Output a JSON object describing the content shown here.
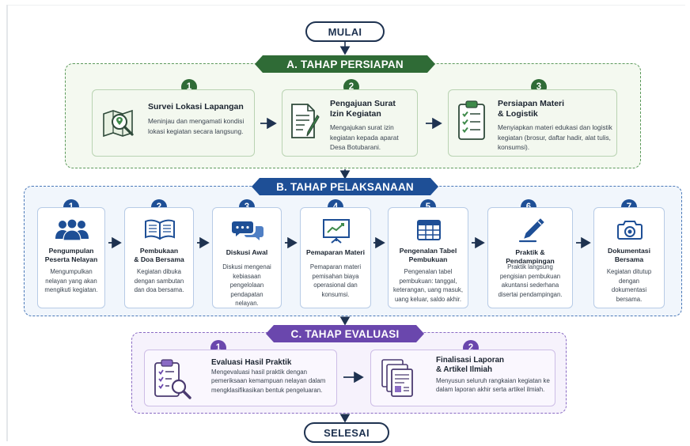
{
  "start": "MULAI",
  "end": "SELESAI",
  "stages": {
    "a": {
      "title": "A. TAHAP PERSIAPAN",
      "steps": [
        {
          "num": "1",
          "title": "Survei Lokasi Lapangan",
          "desc": "Meninjau dan mengamati kondisi lokasi kegiatan secara langsung.",
          "icon": "map-search-icon"
        },
        {
          "num": "2",
          "title_1": "Pengajuan Surat",
          "title_2": "Izin Kegiatan",
          "desc": "Mengajukan surat izin kegiatan kepada aparat Desa Botubarani.",
          "icon": "document-pen-icon"
        },
        {
          "num": "3",
          "title_1": "Persiapan Materi",
          "title_2": "& Logistik",
          "desc": "Menyiapkan materi edukasi dan logistik kegiatan (brosur, daftar hadir, alat tulis, konsumsi).",
          "icon": "checklist-clipboard-icon"
        }
      ]
    },
    "b": {
      "title": "B. TAHAP PELAKSANAAN",
      "steps": [
        {
          "num": "1",
          "title_1": "Pengumpulan",
          "title_2": "Peserta Nelayan",
          "desc": "Mengumpulkan nelayan yang akan mengikuti kegiatan.",
          "icon": "people-group-icon"
        },
        {
          "num": "2",
          "title_1": "Pembukaan",
          "title_2": "& Doa Bersama",
          "desc": "Kegiatan dibuka dengan sambutan dan doa bersama.",
          "icon": "open-book-icon"
        },
        {
          "num": "3",
          "title_1": "Diskusi Awal",
          "desc": "Diskusi mengenai kebiasaan pengelolaan pendapatan nelayan.",
          "icon": "chat-bubbles-icon"
        },
        {
          "num": "4",
          "title_1": "Pemaparan Materi",
          "desc": "Pemaparan materi pemisahan biaya operasional dan konsumsi.",
          "icon": "presentation-board-icon"
        },
        {
          "num": "5",
          "title_1": "Pengenalan Tabel",
          "title_2": "Pembukuan",
          "desc": "Pengenalan tabel pembukuan: tanggal, keterangan, uang masuk, uang keluar, saldo akhir.",
          "icon": "table-icon"
        },
        {
          "num": "6",
          "title_1": "Praktik & Pendampingan",
          "desc": "Praktik langsung pengisian pembukuan akuntansi sederhana disertai pendampingan.",
          "icon": "pen-writing-icon"
        },
        {
          "num": "7",
          "title_1": "Dokumentasi",
          "title_2": "Bersama",
          "desc": "Kegiatan ditutup dengan dokumentasi bersama.",
          "icon": "camera-icon"
        }
      ]
    },
    "c": {
      "title": "C. TAHAP EVALUASI",
      "steps": [
        {
          "num": "1",
          "title": "Evaluasi Hasil Praktik",
          "desc": "Mengevaluasi hasil praktik dengan pemeriksaan kemampuan nelayan dalam mengklasifikasikan bentuk pengeluaran.",
          "icon": "clipboard-magnifier-icon"
        },
        {
          "num": "2",
          "title_1": "Finalisasi Laporan",
          "title_2": "& Artikel Ilmiah",
          "desc": "Menyusun seluruh rangkaian kegiatan ke dalam laporan akhir serta artikel ilmiah.",
          "icon": "documents-stack-icon"
        }
      ]
    }
  },
  "colors": {
    "stage_a": "#2f6b36",
    "stage_b": "#1e4f96",
    "stage_c": "#6a47ad",
    "terminal": "#1e3250"
  }
}
